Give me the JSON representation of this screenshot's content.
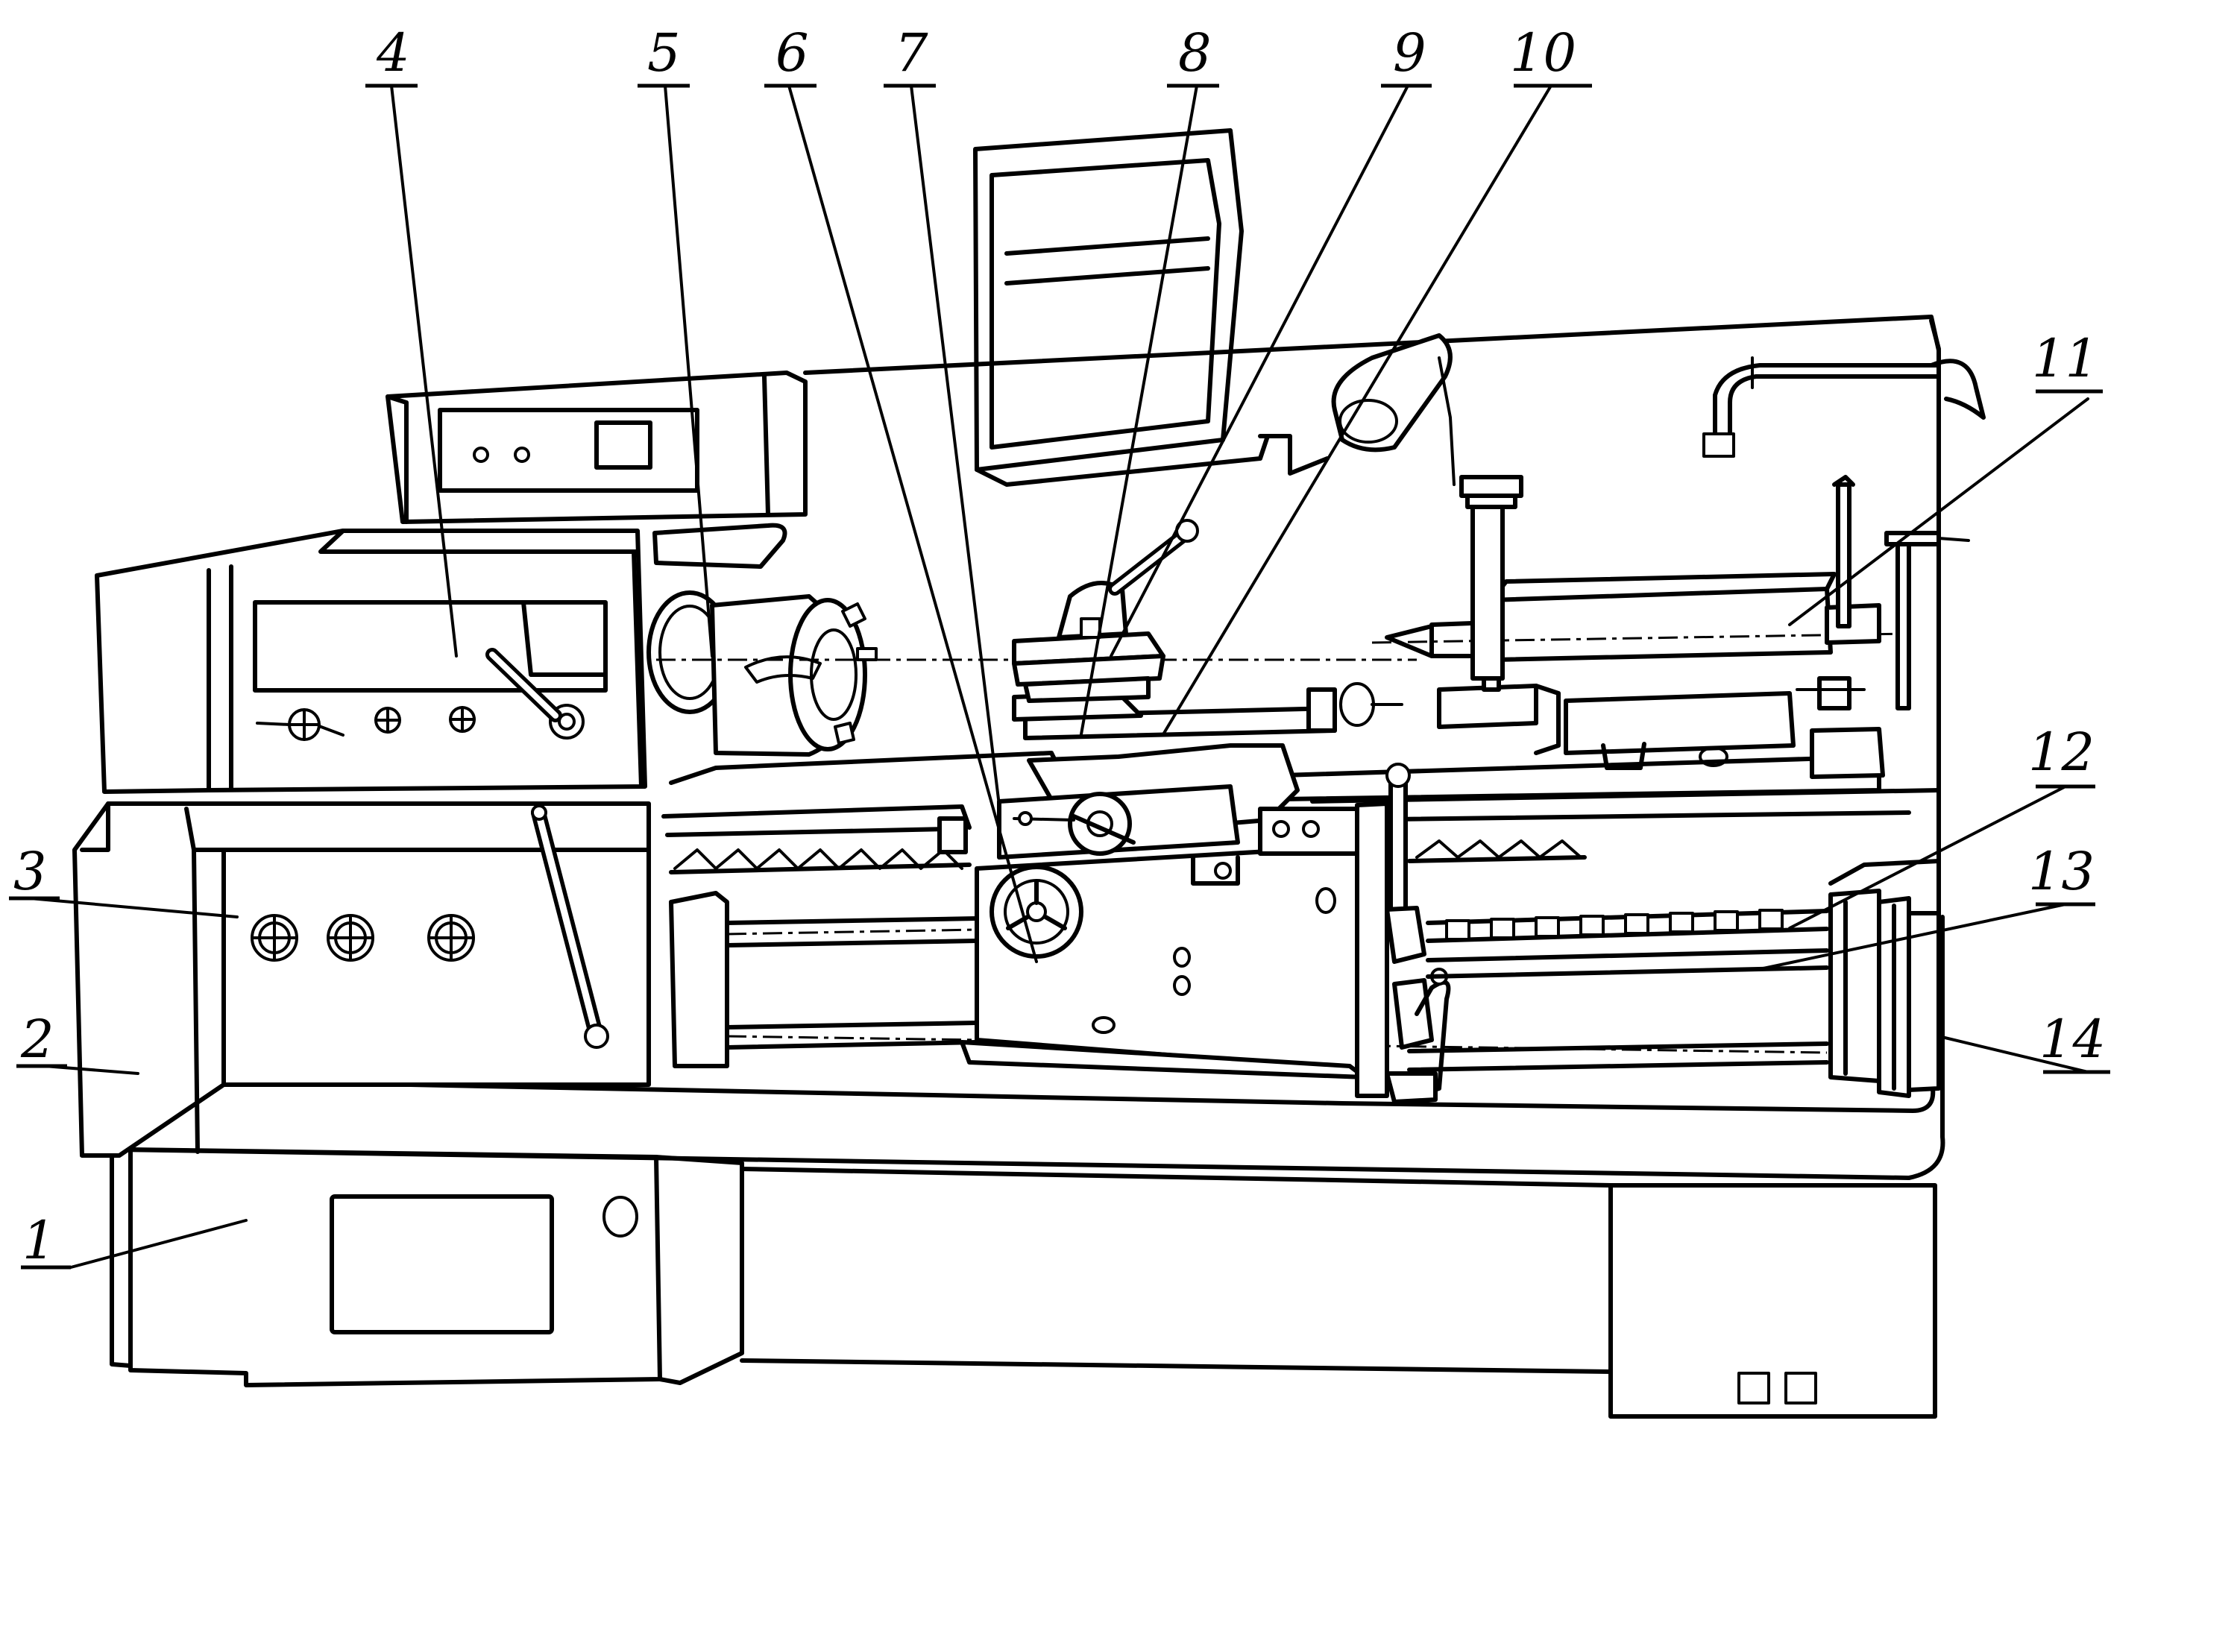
{
  "callouts": [
    {
      "id": "1",
      "text": "1"
    },
    {
      "id": "2",
      "text": "2"
    },
    {
      "id": "3",
      "text": "3"
    },
    {
      "id": "4",
      "text": "4"
    },
    {
      "id": "5",
      "text": "5"
    },
    {
      "id": "6",
      "text": "6"
    },
    {
      "id": "7",
      "text": "7"
    },
    {
      "id": "8",
      "text": "8"
    },
    {
      "id": "9",
      "text": "9"
    },
    {
      "id": "10",
      "text": "10"
    },
    {
      "id": "11",
      "text": "11"
    },
    {
      "id": "12",
      "text": "12"
    },
    {
      "id": "13",
      "text": "13"
    },
    {
      "id": "14",
      "text": "14"
    }
  ],
  "style": {
    "line_color": "#000000",
    "background": "#ffffff"
  }
}
